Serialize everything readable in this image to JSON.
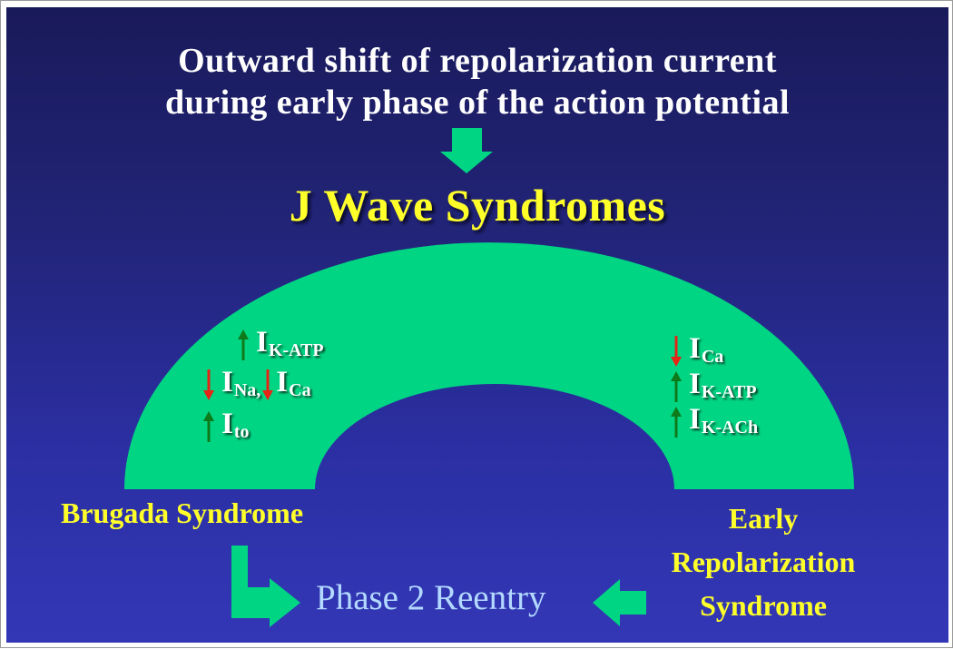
{
  "title": {
    "line1": "Outward shift of repolarization current",
    "line2": "during early phase  of the action potential"
  },
  "heading": "J Wave Syndromes",
  "left_currents": [
    {
      "dir": "up",
      "symbol": "I",
      "subscript": "K-ATP"
    },
    {
      "dir": "down",
      "symbol": "I",
      "subscript": "Na,"
    },
    {
      "dir": "down",
      "symbol": "I",
      "subscript": "Ca"
    },
    {
      "dir": "up",
      "symbol": "I",
      "subscript": "to"
    }
  ],
  "right_currents": [
    {
      "dir": "down",
      "symbol": "I",
      "subscript": "Ca"
    },
    {
      "dir": "up",
      "symbol": "I",
      "subscript": "K-ATP"
    },
    {
      "dir": "up",
      "symbol": "I",
      "subscript": "K-ACh"
    }
  ],
  "labels": {
    "brugada": "Brugada Syndrome",
    "early_line1": "Early",
    "early_line2": "Repolarization",
    "early_line3": "Syndrome",
    "reentry": "Phase 2 Reentry"
  },
  "colors": {
    "arch": "#00d584",
    "up_arrow": "#0f7a1a",
    "down_arrow": "#e52515",
    "title_text": "#ffffff",
    "heading_text": "#ffff2a",
    "reentry_text": "#b3d9ff"
  }
}
